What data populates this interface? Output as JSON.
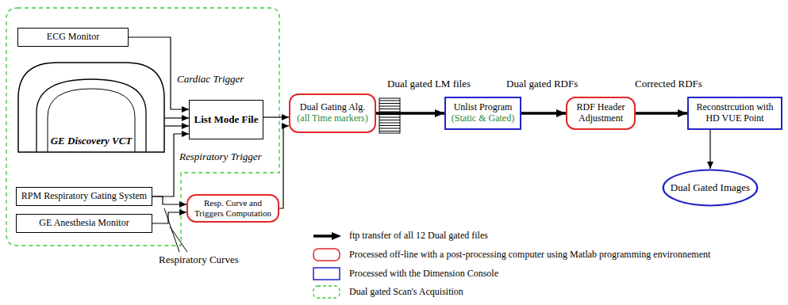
{
  "diagram": {
    "nodes": [
      {
        "text": [
          "ECG Monitor"
        ]
      },
      {
        "text": [
          "GE Discovery VCT"
        ]
      },
      {
        "text": [
          "List Mode File"
        ]
      },
      {
        "text": [
          "RPM Respiratory Gating System"
        ]
      },
      {
        "text": [
          "GE Anesthesia Monitor"
        ]
      },
      {
        "text": [
          "Resp. Curve and Triggers Computation"
        ]
      },
      {
        "text": [
          "Dual Gating Alg.",
          "(all Time markers)"
        ]
      },
      {
        "text": [
          "Unlist Program",
          "(Static & Gated)"
        ]
      },
      {
        "text": [
          "RDF Header Adjustment"
        ]
      },
      {
        "text": [
          "Reconstrcution with HD VUE Point"
        ]
      },
      {
        "text": [
          "Dual Gated Images"
        ]
      }
    ],
    "edges": [
      {
        "from": 0,
        "to": 2,
        "arrow": "to",
        "label": "Cardiac Trigger"
      },
      {
        "from": 1,
        "to": 2,
        "arrow": "to"
      },
      {
        "from": 1,
        "to": 2,
        "arrow": "to"
      },
      {
        "from": 3,
        "to": 2,
        "arrow": "to",
        "label": "Respiratory Trigger"
      },
      {
        "from": 3,
        "to": 5,
        "arrow": "to"
      },
      {
        "from": 4,
        "to": 5,
        "arrow": "to"
      },
      {
        "from": 2,
        "to": 6,
        "arrow": "to"
      },
      {
        "from": 5,
        "to": 6,
        "arrow": "to"
      },
      {
        "from": 6,
        "to": 7,
        "arrow": "to",
        "label": "Dual gated LM files"
      },
      {
        "from": 7,
        "to": 8,
        "arrow": "to",
        "label": "Dual gated RDFs"
      },
      {
        "from": 8,
        "to": 9,
        "arrow": "to",
        "label": "Corrected RDFs"
      },
      {
        "from": 9,
        "to": 10,
        "arrow": "to"
      }
    ],
    "labels": [
      "Respiratory Curves"
    ],
    "legend": [
      {
        "text": "ftp transfer of all 12 Dual gated files"
      },
      {
        "text": "Processed off-line with a post-processing computer using Matlab programming environnement"
      },
      {
        "text": "Processed with the Dimension Console"
      },
      {
        "text": "Dual gated Scan's Acquisition"
      }
    ]
  }
}
